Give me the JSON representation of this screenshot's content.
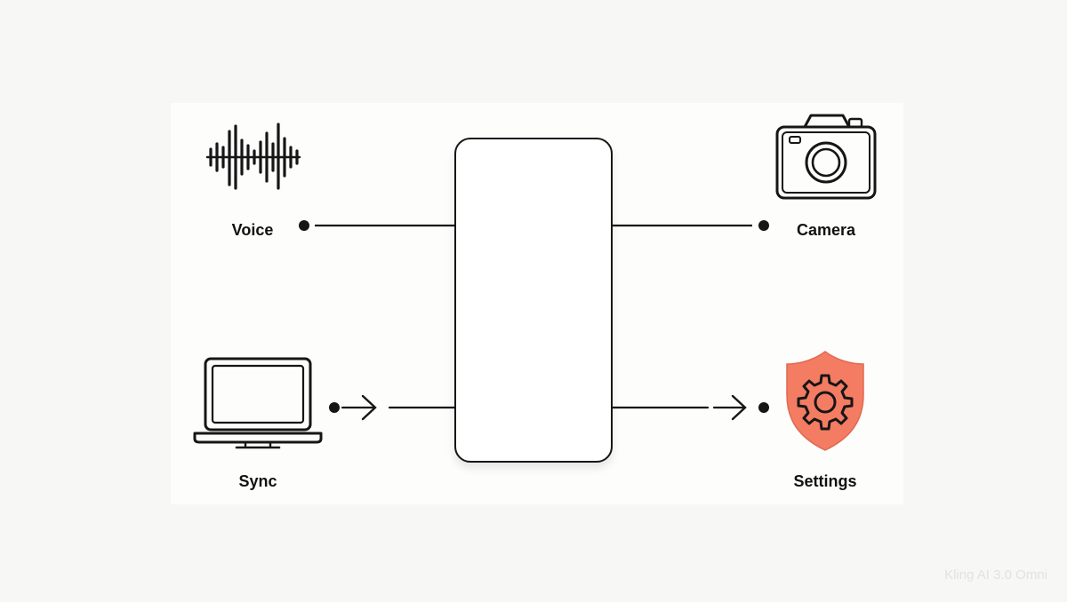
{
  "labels": {
    "voice": "Voice",
    "camera": "Camera",
    "sync": "Sync",
    "settings": "Settings"
  },
  "icons": {
    "voice": "sound-wave-icon",
    "camera": "camera-icon",
    "sync": "laptop-icon",
    "settings": "shield-gear-icon"
  },
  "colors": {
    "ink": "#161616",
    "accent": "#f47c62",
    "background": "#f7f7f5",
    "panel": "#fdfdfc"
  },
  "watermark": "Kling AI 3.0 Omni"
}
